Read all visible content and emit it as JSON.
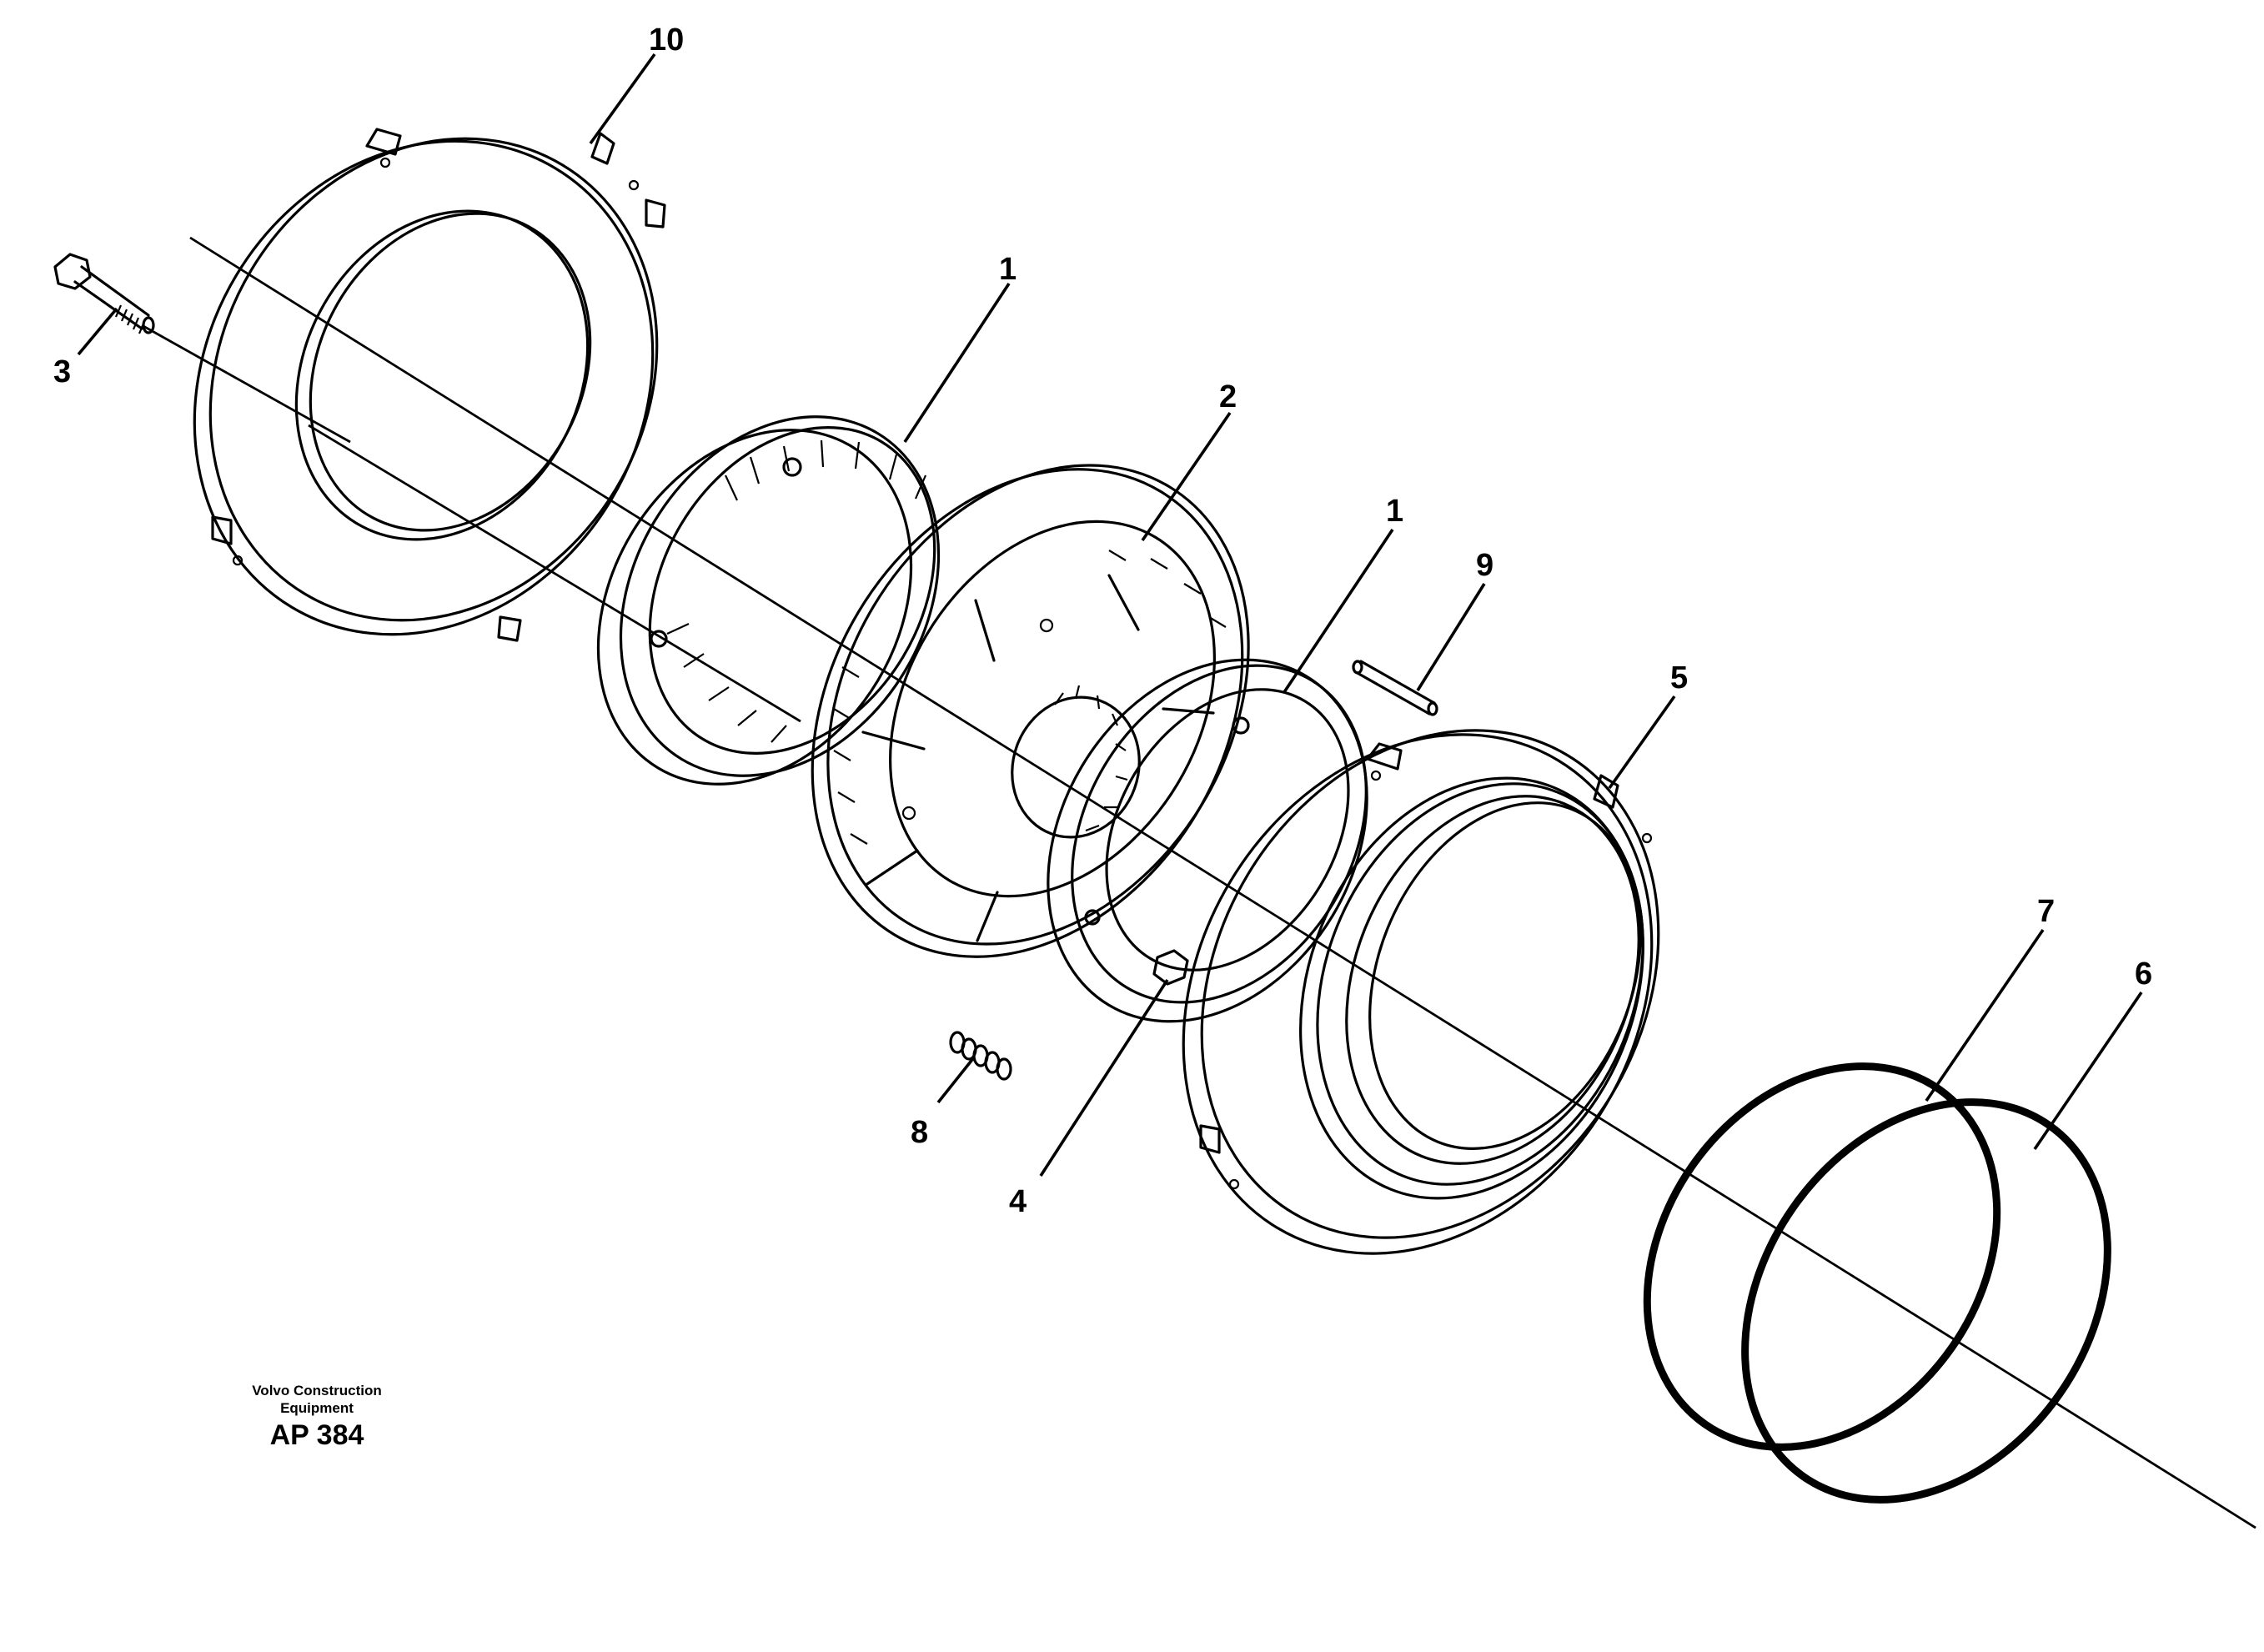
{
  "callouts": {
    "c10": "10",
    "c3": "3",
    "c1a": "1",
    "c2": "2",
    "c1b": "1",
    "c9": "9",
    "c5": "5",
    "c7": "7",
    "c6": "6",
    "c8": "8",
    "c4": "4"
  },
  "footer": {
    "brand_line1": "Volvo Construction",
    "brand_line2": "Equipment",
    "code": "AP 384"
  }
}
